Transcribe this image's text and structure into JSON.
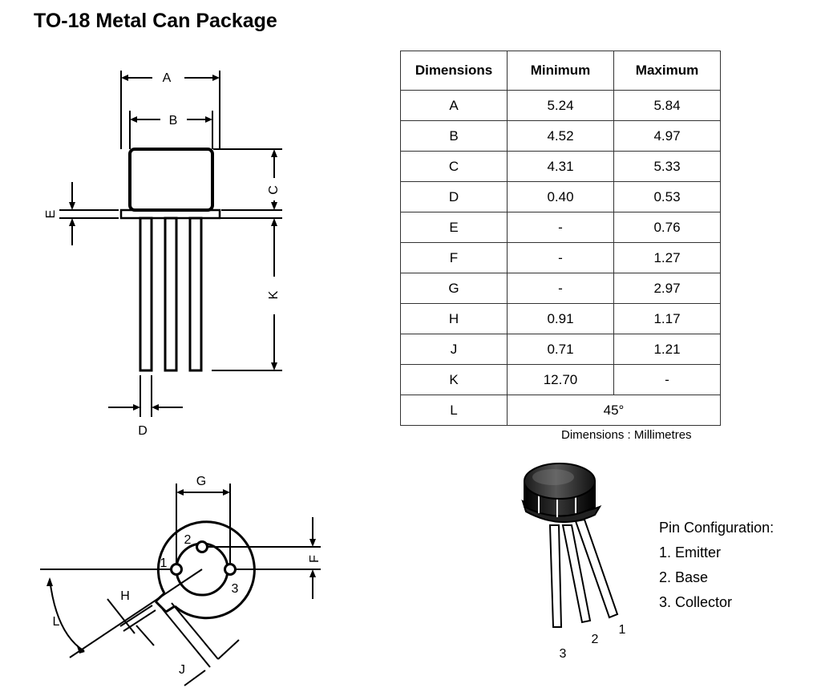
{
  "title": "TO-18 Metal Can Package",
  "table": {
    "headers": [
      "Dimensions",
      "Minimum",
      "Maximum"
    ],
    "rows": [
      {
        "dim": "A",
        "min": "5.24",
        "max": "5.84"
      },
      {
        "dim": "B",
        "min": "4.52",
        "max": "4.97"
      },
      {
        "dim": "C",
        "min": "4.31",
        "max": "5.33"
      },
      {
        "dim": "D",
        "min": "0.40",
        "max": "0.53"
      },
      {
        "dim": "E",
        "min": "-",
        "max": "0.76"
      },
      {
        "dim": "F",
        "min": "-",
        "max": "1.27"
      },
      {
        "dim": "G",
        "min": "-",
        "max": "2.97"
      },
      {
        "dim": "H",
        "min": "0.91",
        "max": "1.17"
      },
      {
        "dim": "J",
        "min": "0.71",
        "max": "1.21"
      },
      {
        "dim": "K",
        "min": "12.70",
        "max": "-"
      }
    ],
    "last_row": {
      "dim": "L",
      "value": "45°"
    }
  },
  "units_note": "Dimensions : Millimetres",
  "side_view": {
    "labels": {
      "a": "A",
      "b": "B",
      "c": "C",
      "d": "D",
      "e": "E",
      "k": "K"
    }
  },
  "bottom_view": {
    "labels": {
      "g": "G",
      "f": "F",
      "h": "H",
      "l": "L",
      "j": "J",
      "pin1": "1",
      "pin2": "2",
      "pin3": "3"
    }
  },
  "photo": {
    "labels": {
      "pin1": "1",
      "pin2": "2",
      "pin3": "3"
    }
  },
  "pin_config": {
    "title": "Pin Configuration:",
    "pins": [
      "1. Emitter",
      "2. Base",
      "3. Collector"
    ]
  }
}
